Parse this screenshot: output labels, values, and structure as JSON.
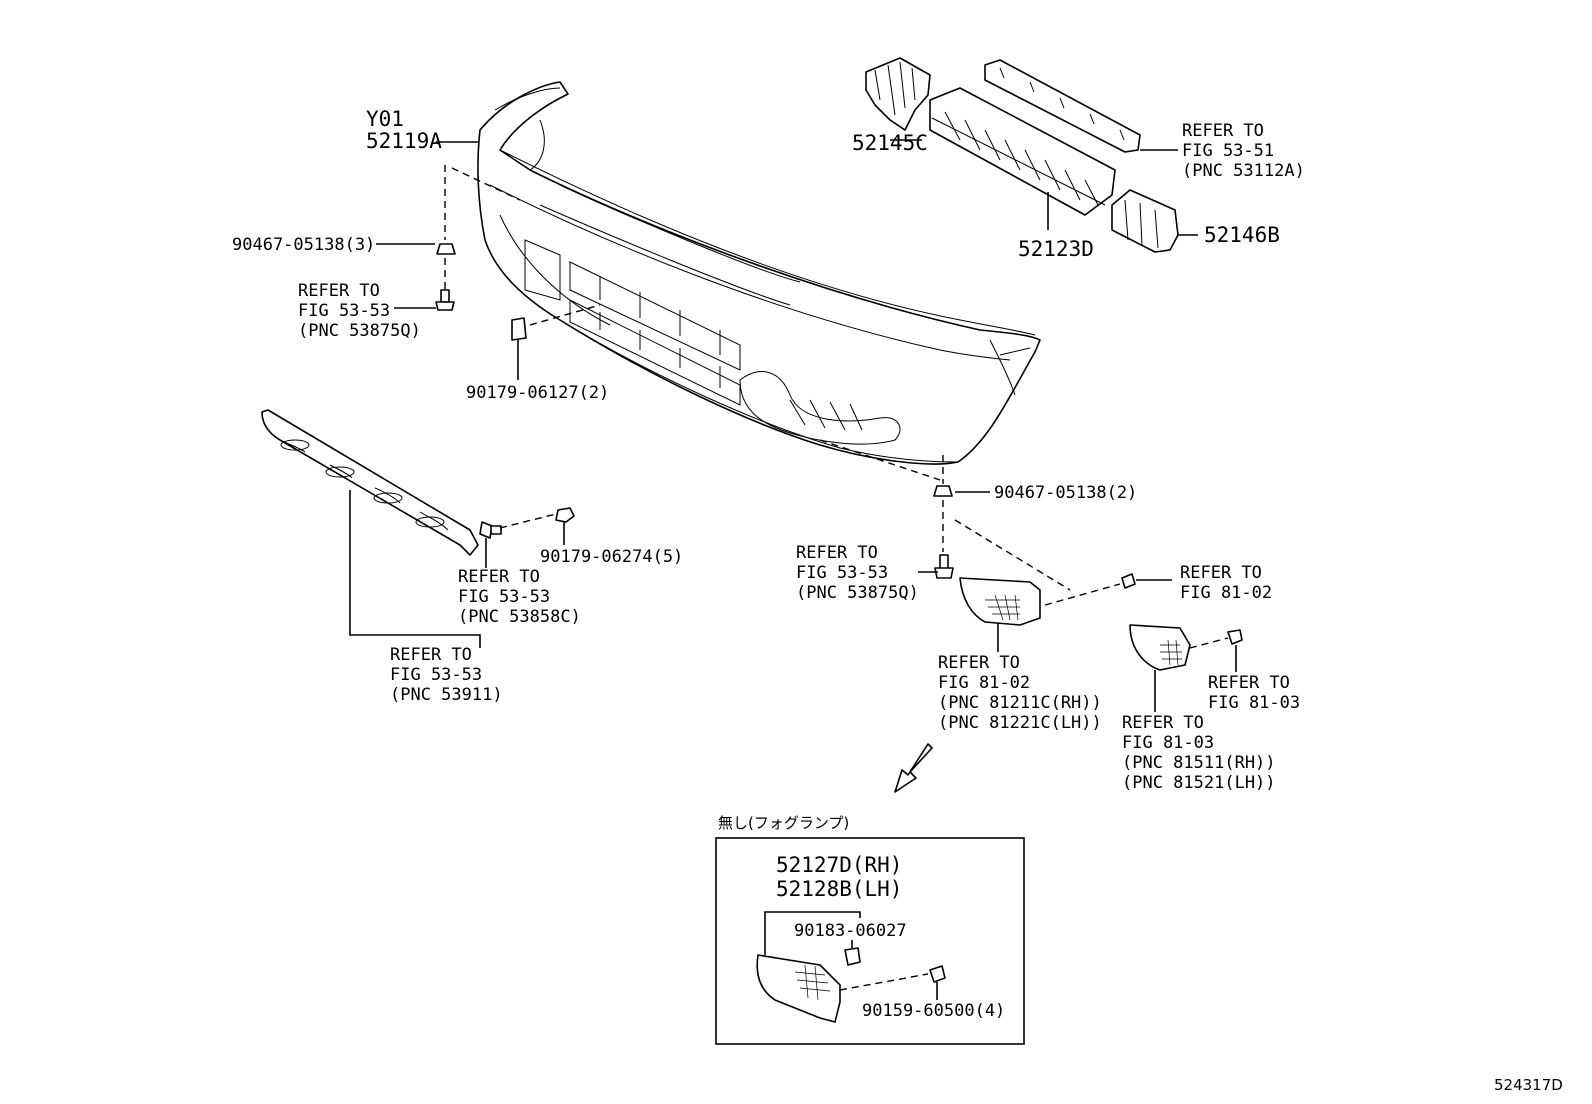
{
  "diagram_id": "524317D",
  "labels": {
    "bumper_code": "Y01",
    "bumper_part": "52119A",
    "nut_upper": "90467-05138(3)",
    "bolt_upper_ref_1": "REFER TO",
    "bolt_upper_ref_2": "FIG 53-53",
    "bolt_upper_ref_3": "(PNC 53875Q)",
    "clip_center": "90179-06127(2)",
    "support_left": "52145C",
    "reinf_ref_1": "REFER TO",
    "reinf_ref_2": "FIG 53-51",
    "reinf_ref_3": "(PNC 53112A)",
    "absorber": "52123D",
    "support_right": "52146B",
    "nut_lower": "90467-05138(2)",
    "bolt_lower_ref_1": "REFER TO",
    "bolt_lower_ref_2": "FIG 53-53",
    "bolt_lower_ref_3": "(PNC 53875Q)",
    "screw_light_ref_1": "REFER TO",
    "screw_light_ref_2": "FIG 81-02",
    "screw_marker_ref_1": "REFER TO",
    "screw_marker_ref_2": "FIG 81-03",
    "light_ref_1": "REFER TO",
    "light_ref_2": "FIG 81-02",
    "light_ref_3": "(PNC 81211C(RH))",
    "light_ref_4": "(PNC 81221C(LH))",
    "marker_ref_1": "REFER TO",
    "marker_ref_2": "FIG 81-03",
    "marker_ref_3": "(PNC 81511(RH))",
    "marker_ref_4": "(PNC 81521(LH))",
    "spoiler_nut": "90179-06274(5)",
    "spoiler_screw_ref_1": "REFER TO",
    "spoiler_screw_ref_2": "FIG 53-53",
    "spoiler_screw_ref_3": "(PNC 53858C)",
    "spoiler_ref_1": "REFER TO",
    "spoiler_ref_2": "FIG 53-53",
    "spoiler_ref_3": "(PNC 53911)"
  },
  "inset": {
    "caption": "無し(フォグランプ)",
    "cover_rh": "52127D(RH)",
    "cover_lh": "52128B(LH)",
    "clip": "90183-06027",
    "screw": "90159-60500(4)"
  }
}
